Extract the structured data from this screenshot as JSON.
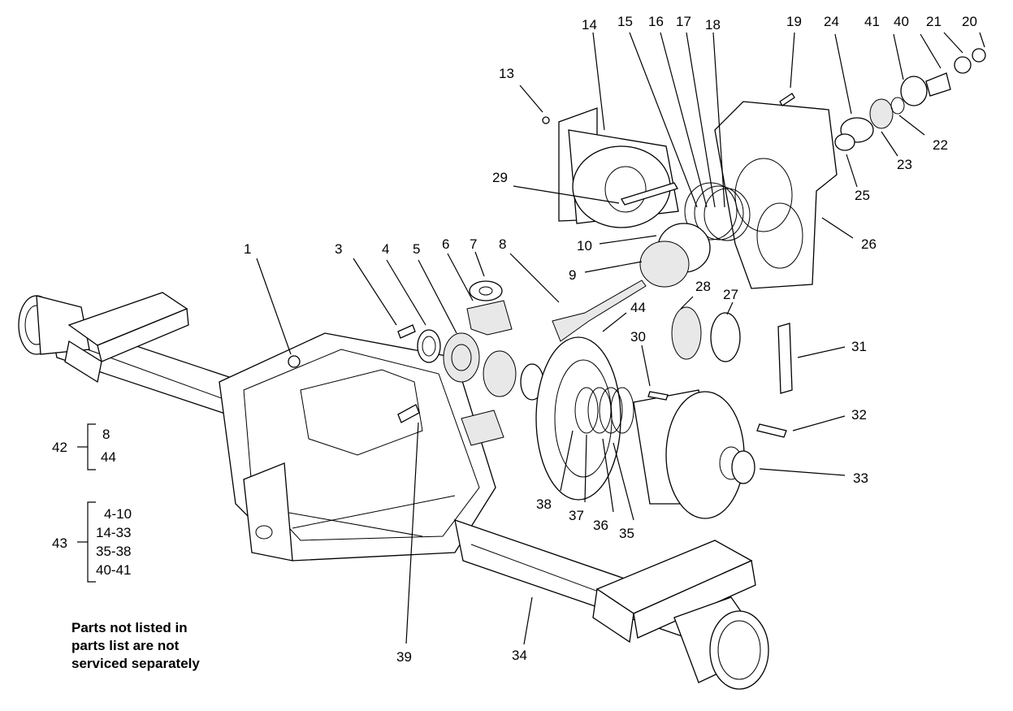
{
  "callouts": [
    {
      "id": "c1",
      "text": "1"
    },
    {
      "id": "c3",
      "text": "3"
    },
    {
      "id": "c4",
      "text": "4"
    },
    {
      "id": "c5",
      "text": "5"
    },
    {
      "id": "c6",
      "text": "6"
    },
    {
      "id": "c7",
      "text": "7"
    },
    {
      "id": "c8",
      "text": "8"
    },
    {
      "id": "c9",
      "text": "9"
    },
    {
      "id": "c10",
      "text": "10"
    },
    {
      "id": "c13",
      "text": "13"
    },
    {
      "id": "c14",
      "text": "14"
    },
    {
      "id": "c15",
      "text": "15"
    },
    {
      "id": "c16",
      "text": "16"
    },
    {
      "id": "c17",
      "text": "17"
    },
    {
      "id": "c18",
      "text": "18"
    },
    {
      "id": "c19",
      "text": "19"
    },
    {
      "id": "c20",
      "text": "20"
    },
    {
      "id": "c21",
      "text": "21"
    },
    {
      "id": "c22",
      "text": "22"
    },
    {
      "id": "c23",
      "text": "23"
    },
    {
      "id": "c24",
      "text": "24"
    },
    {
      "id": "c25",
      "text": "25"
    },
    {
      "id": "c26",
      "text": "26"
    },
    {
      "id": "c27",
      "text": "27"
    },
    {
      "id": "c28",
      "text": "28"
    },
    {
      "id": "c29",
      "text": "29"
    },
    {
      "id": "c30",
      "text": "30"
    },
    {
      "id": "c31",
      "text": "31"
    },
    {
      "id": "c32",
      "text": "32"
    },
    {
      "id": "c33",
      "text": "33"
    },
    {
      "id": "c34",
      "text": "34"
    },
    {
      "id": "c35",
      "text": "35"
    },
    {
      "id": "c36",
      "text": "36"
    },
    {
      "id": "c37",
      "text": "37"
    },
    {
      "id": "c38",
      "text": "38"
    },
    {
      "id": "c39",
      "text": "39"
    },
    {
      "id": "c40",
      "text": "40"
    },
    {
      "id": "c41",
      "text": "41"
    },
    {
      "id": "c44",
      "text": "44"
    }
  ],
  "groups": {
    "g42": {
      "label": "42",
      "items": [
        "8",
        "44"
      ]
    },
    "g43": {
      "label": "43",
      "items": [
        "4-10",
        "14-33",
        "35-38",
        "40-41"
      ]
    }
  },
  "note": [
    "Parts not listed in",
    "parts list are not",
    "serviced separately"
  ]
}
